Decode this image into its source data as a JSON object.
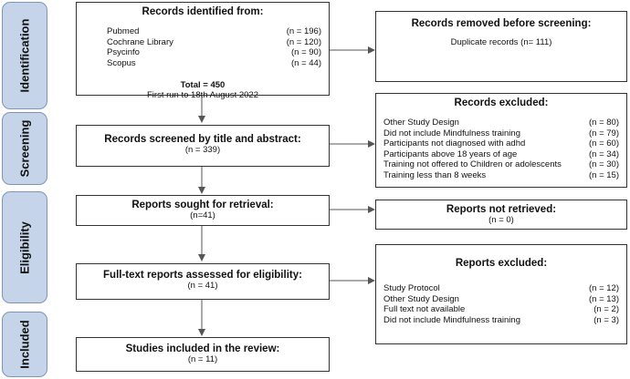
{
  "phases": [
    "Identification",
    "Screening",
    "Eligibility",
    "Included"
  ],
  "identified": {
    "title": "Records identified from:",
    "sources": [
      {
        "label": "Pubmed",
        "n": "(n = 196)"
      },
      {
        "label": "Cochrane Library",
        "n": "(n = 120)"
      },
      {
        "label": "Psycinfo",
        "n": "(n = 90)"
      },
      {
        "label": "Scopus",
        "n": "(n = 44)"
      }
    ],
    "total": "Total = 450",
    "run": "First run to 18th August 2022"
  },
  "removed": {
    "title": "Records removed before screening:",
    "line": "Duplicate records (n= 111)"
  },
  "screened": {
    "title": "Records screened by title and abstract:",
    "n": "(n = 339)"
  },
  "excluded": {
    "title": "Records excluded:",
    "items": [
      {
        "label": "Other Study Design",
        "n": "(n = 80)"
      },
      {
        "label": "Did not include Mindfulness training",
        "n": "(n = 79)"
      },
      {
        "label": "Participants not diagnosed with adhd",
        "n": "(n = 60)"
      },
      {
        "label": "Participants above 18 years of age",
        "n": "(n = 34)"
      },
      {
        "label": "Training not offered to Children or adolescents",
        "n": "(n = 30)"
      },
      {
        "label": "Training less than 8 weeks",
        "n": "(n = 15)"
      }
    ]
  },
  "sought": {
    "title": "Reports sought for retrieval:",
    "n": "(n=41)"
  },
  "not_retrieved": {
    "title": "Reports not retrieved:",
    "n": "(n = 0)"
  },
  "assessed": {
    "title": "Full-text reports assessed for eligibility:",
    "n": "(n = 41)"
  },
  "reports_excluded": {
    "title": "Reports excluded:",
    "items": [
      {
        "label": "Study Protocol",
        "n": "(n = 12)"
      },
      {
        "label": "Other Study Design",
        "n": "(n = 13)"
      },
      {
        "label": "Full text not available",
        "n": "(n = 2)"
      },
      {
        "label": "Did not include Mindfulness training",
        "n": "(n = 3)"
      }
    ]
  },
  "included": {
    "title": "Studies included in the review:",
    "n": "(n = 11)"
  }
}
